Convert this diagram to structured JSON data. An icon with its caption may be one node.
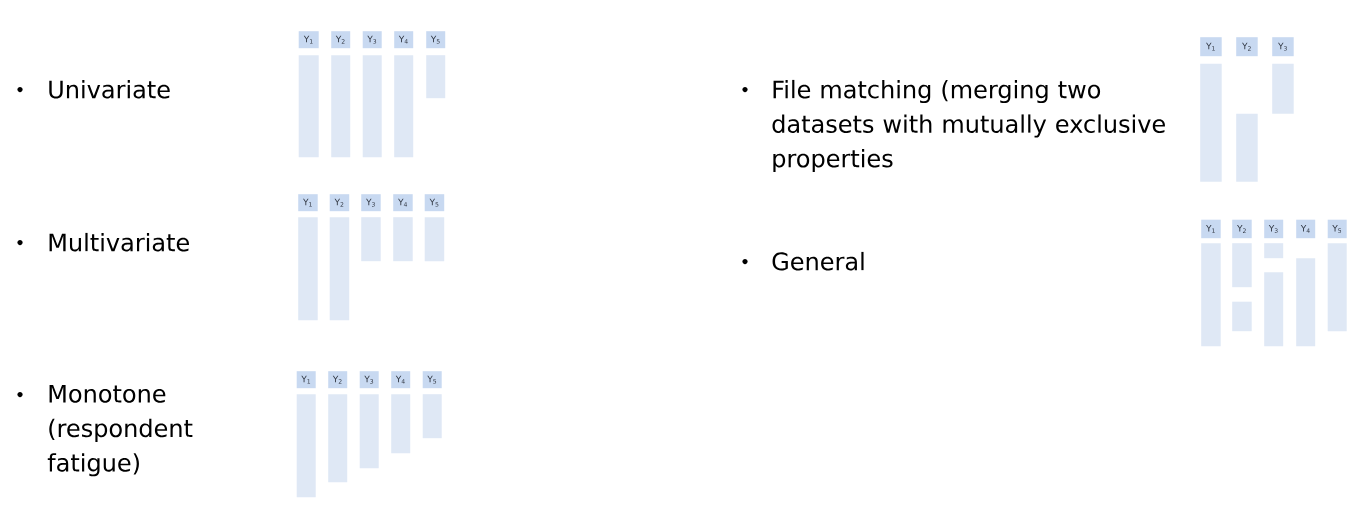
{
  "diagram": {
    "nodes": [
      {
        "text": [
          "Y$_{1}$"
        ]
      },
      {
        "text": [],
        "shape": "bar"
      },
      {
        "text": [
          "Y$_{2}$"
        ]
      },
      {
        "text": [],
        "shape": "bar"
      },
      {
        "text": [
          "Y$_{3}$"
        ]
      },
      {
        "text": [],
        "shape": "bar"
      },
      {
        "text": [
          "Y$_{4}$"
        ]
      },
      {
        "text": [],
        "shape": "bar"
      },
      {
        "text": [
          "Y$_{5}$"
        ]
      },
      {
        "text": [],
        "shape": "bar"
      },
      {
        "text": [
          "Y$_{1}$"
        ]
      },
      {
        "text": [],
        "shape": "bar"
      },
      {
        "text": [
          "Y$_{2}$"
        ]
      },
      {
        "text": [],
        "shape": "bar"
      },
      {
        "text": [
          "Y$_{3}$"
        ]
      },
      {
        "text": [],
        "shape": "bar"
      },
      {
        "text": [
          "Y$_{4}$"
        ]
      },
      {
        "text": [],
        "shape": "bar"
      },
      {
        "text": [
          "Y$_{5}$"
        ]
      },
      {
        "text": [],
        "shape": "bar"
      },
      {
        "text": [
          "Y$_{1}$"
        ]
      },
      {
        "text": [],
        "shape": "bar"
      },
      {
        "text": [
          "Y$_{2}$"
        ]
      },
      {
        "text": [],
        "shape": "bar"
      },
      {
        "text": [
          "Y$_{3}$"
        ]
      },
      {
        "text": [],
        "shape": "bar"
      },
      {
        "text": [
          "Y$_{4}$"
        ]
      },
      {
        "text": [],
        "shape": "bar"
      },
      {
        "text": [
          "Y$_{5}$"
        ]
      },
      {
        "text": [],
        "shape": "bar"
      },
      {
        "text": [
          "Y$_{1}$"
        ]
      },
      {
        "text": [],
        "shape": "bar"
      },
      {
        "text": [
          "Y$_{2}$"
        ]
      },
      {
        "text": [],
        "shape": "bar"
      },
      {
        "text": [
          "Y$_{3}$"
        ]
      },
      {
        "text": [],
        "shape": "bar"
      },
      {
        "text": [
          "Y$_{1}$"
        ]
      },
      {
        "text": [],
        "shape": "bar"
      },
      {
        "text": [
          "Y$_{2}$"
        ]
      },
      {
        "text": [],
        "shape": "bar"
      },
      {
        "text": [],
        "shape": "bar"
      },
      {
        "text": [
          "Y$_{3}$"
        ]
      },
      {
        "text": [],
        "shape": "bar"
      },
      {
        "text": [],
        "shape": "bar"
      },
      {
        "text": [
          "Y$_{4}$"
        ]
      },
      {
        "text": [],
        "shape": "bar"
      },
      {
        "text": [
          "Y$_{5}$"
        ]
      },
      {
        "text": [],
        "shape": "bar"
      }
    ],
    "labels": [
      "Univariate",
      "Multivariate",
      "Monotone (respondent fatigue)",
      "File matching (merging two datasets with mutually exclusive properties",
      "General"
    ]
  }
}
